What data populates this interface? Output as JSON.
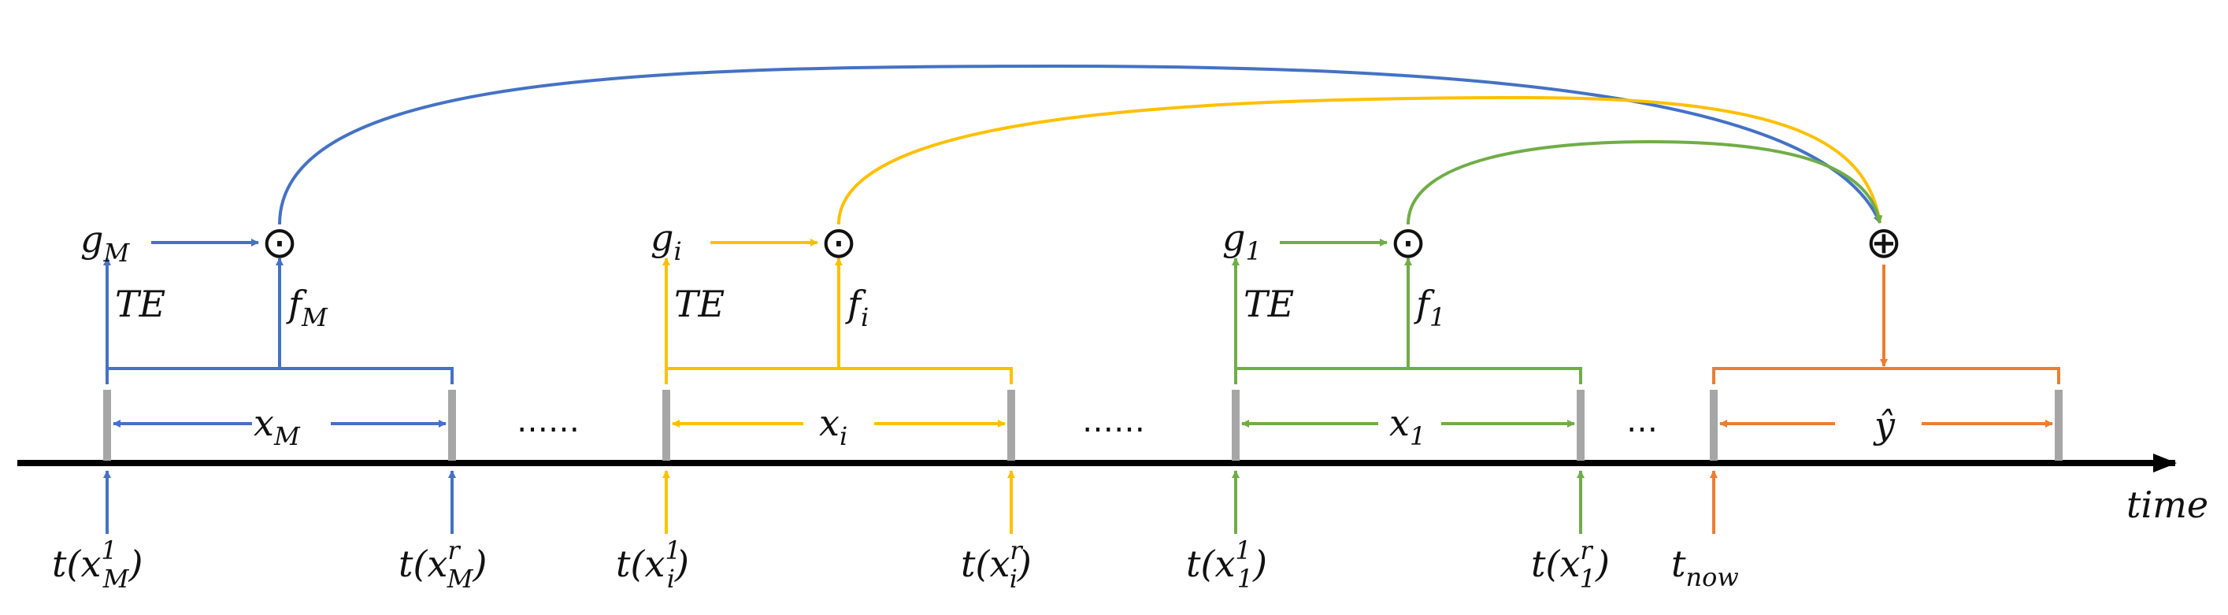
{
  "colors": {
    "blue": "#4472C4",
    "yellow": "#FFC000",
    "green": "#70AD47",
    "orange": "#ED7D31",
    "axis": "#000000",
    "tick": "#A6A6A6"
  },
  "axis": {
    "label": "time"
  },
  "separators": {
    "first": "……",
    "second": "……",
    "third": "…"
  },
  "segments": [
    {
      "gate": {
        "base": "g",
        "sub": "M"
      },
      "weight": {
        "base": "f",
        "sub": "M"
      },
      "encoder": "TE",
      "window": {
        "base": "x",
        "sub": "M"
      },
      "start": {
        "pre": "t(",
        "base": "x",
        "sub": "M",
        "sup": "1",
        "post": ")"
      },
      "end": {
        "pre": "t(",
        "base": "x",
        "sub": "M",
        "sup": "r",
        "post": ")"
      }
    },
    {
      "gate": {
        "base": "g",
        "sub": "i"
      },
      "weight": {
        "base": "f",
        "sub": "i"
      },
      "encoder": "TE",
      "window": {
        "base": "x",
        "sub": "i"
      },
      "start": {
        "pre": "t(",
        "base": "x",
        "sub": "i",
        "sup": "1",
        "post": ")"
      },
      "end": {
        "pre": "t(",
        "base": "x",
        "sub": "i",
        "sup": "r",
        "post": ")"
      }
    },
    {
      "gate": {
        "base": "g",
        "sub": "1"
      },
      "weight": {
        "base": "f",
        "sub": "1"
      },
      "encoder": "TE",
      "window": {
        "base": "x",
        "sub": "1"
      },
      "start": {
        "pre": "t(",
        "base": "x",
        "sub": "1",
        "sup": "1",
        "post": ")"
      },
      "end": {
        "pre": "t(",
        "base": "x",
        "sub": "1",
        "sup": "r",
        "post": ")"
      }
    }
  ],
  "prediction": {
    "window": "ŷ",
    "now": {
      "base": "t",
      "sub": "now"
    }
  },
  "operators": {
    "multiply": "⊙",
    "sum": "⊕"
  }
}
